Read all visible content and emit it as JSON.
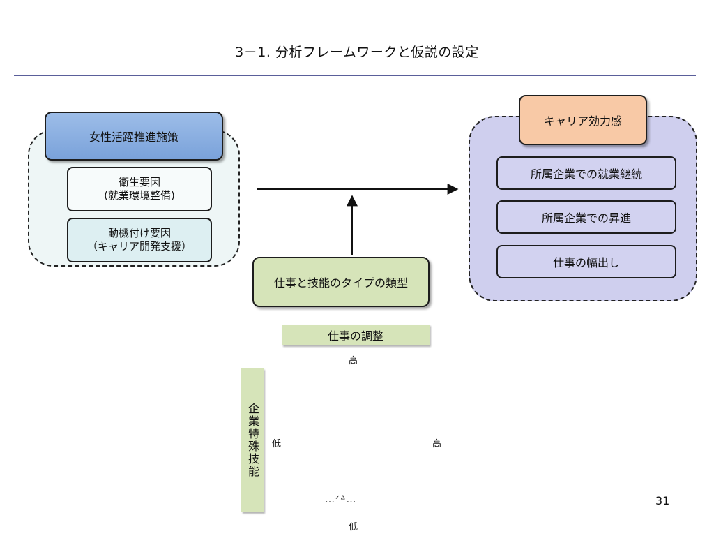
{
  "slide": {
    "title": "3－1. 分析フレームワークと仮説の設定",
    "page_number": "31",
    "garbled_text": "…ᐟᐞ…"
  },
  "left_cluster": {
    "header": "女性活躍推進施策",
    "hygiene_line1": "衛生要因",
    "hygiene_line2": "(就業環境整備)",
    "motivator_line1": "動機付け要因",
    "motivator_line2": "（キャリア開発支援）"
  },
  "right_cluster": {
    "header": "キャリア効力感",
    "items": [
      "所属企業での就業継続",
      "所属企業での昇進",
      "仕事の幅出し"
    ]
  },
  "middle": {
    "moderator": "仕事と技能のタイプの類型",
    "x_axis_label": "仕事の調整",
    "y_axis_label": "企業特殊技能",
    "high": "高",
    "low": "低"
  },
  "colors": {
    "left_header": "#7aa2da",
    "left_group_bg": "#eef6f6",
    "right_header": "#f8c9a6",
    "right_group_bg": "#cfcfee",
    "middle": "#d6e4b9",
    "rule": "#5a5f9a"
  }
}
